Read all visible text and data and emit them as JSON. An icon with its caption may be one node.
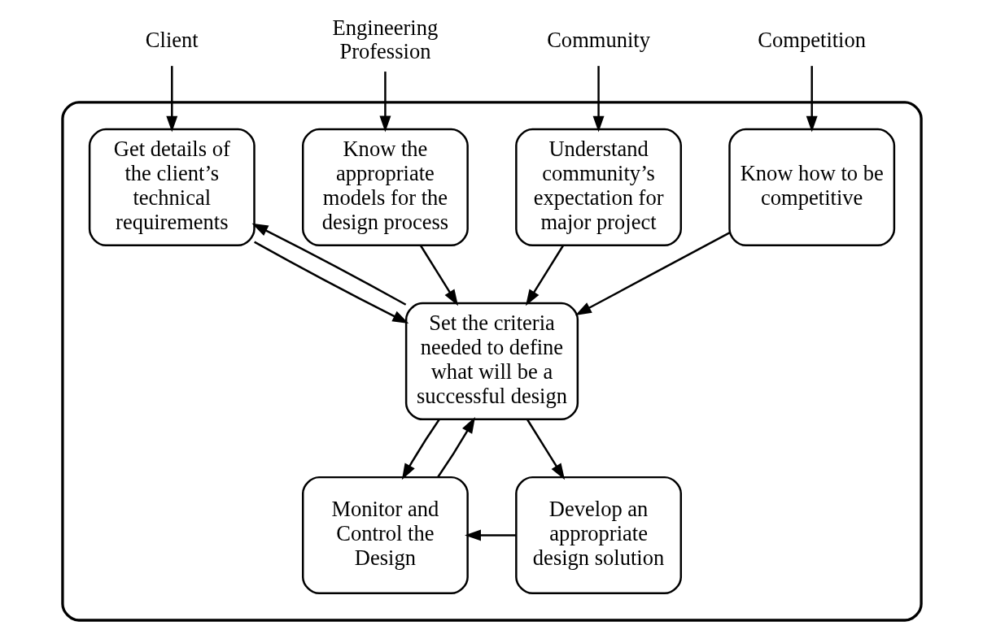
{
  "diagram": {
    "nodes": [
      {
        "text": [],
        "shape": "box"
      },
      {
        "text": [
          "Client"
        ]
      },
      {
        "text": [
          "Engineering Profession"
        ]
      },
      {
        "text": [
          "Community"
        ]
      },
      {
        "text": [
          "Competition"
        ]
      },
      {
        "text": [
          "Get details of the client’s technical requirements"
        ],
        "in": 0
      },
      {
        "text": [
          "Know the appropriate models for the design process"
        ],
        "in": 0
      },
      {
        "text": [
          "Understand community’s expectation for major project"
        ],
        "in": 0
      },
      {
        "text": [
          "Know how to be competitive"
        ],
        "in": 0
      },
      {
        "text": [
          "Set the criteria needed to define what will be a successful design"
        ],
        "in": 0
      },
      {
        "text": [
          "Monitor and Control the Design"
        ],
        "in": 0
      },
      {
        "text": [
          "Develop an appropriate design solution"
        ],
        "in": 0
      }
    ],
    "edges": [
      {
        "from": 1,
        "to": 5,
        "arrow": "to"
      },
      {
        "from": 2,
        "to": 6,
        "arrow": "to"
      },
      {
        "from": 3,
        "to": 7,
        "arrow": "to"
      },
      {
        "from": 4,
        "to": 8,
        "arrow": "to"
      },
      {
        "from": 5,
        "to": 9,
        "arrow": "to"
      },
      {
        "from": 6,
        "to": 9,
        "arrow": "to"
      },
      {
        "from": 7,
        "to": 9,
        "arrow": "to"
      },
      {
        "from": 8,
        "to": 9,
        "arrow": "to"
      },
      {
        "from": 9,
        "to": 5,
        "arrow": "to"
      },
      {
        "from": 9,
        "to": 11,
        "arrow": "to"
      },
      {
        "from": 11,
        "to": 10,
        "arrow": "to"
      },
      {
        "from": 9,
        "to": 10,
        "arrow": "to"
      },
      {
        "from": 10,
        "to": 9,
        "arrow": "to"
      }
    ]
  }
}
